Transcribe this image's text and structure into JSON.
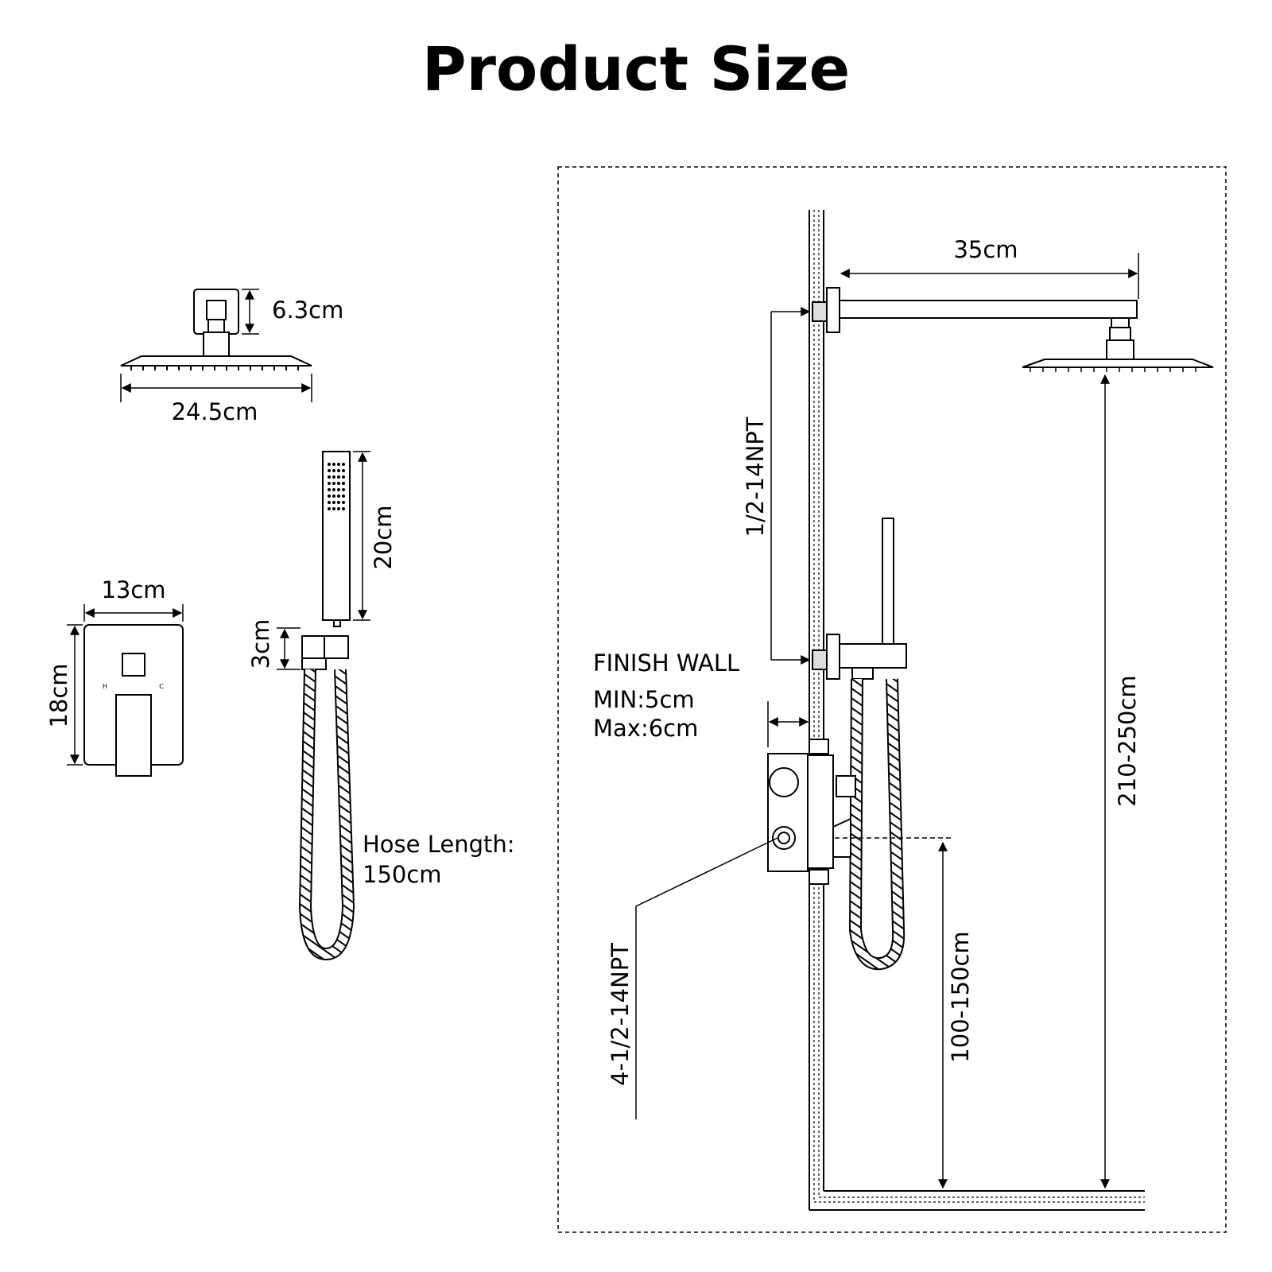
{
  "title": "Product Size",
  "labels": {
    "top_mount_height": "6.3cm",
    "shower_head_width": "24.5cm",
    "valve_plate_width": "13cm",
    "valve_plate_height": "18cm",
    "valve_hot": "H",
    "valve_cold": "C",
    "handheld_length": "20cm",
    "handheld_holder": "3cm",
    "hose_length_line1": "Hose Length:",
    "hose_length_line2": "150cm",
    "arm_length": "35cm",
    "arm_thread": "1/2-14NPT",
    "finish_wall": "FINISH WALL",
    "wall_min": "MIN:5cm",
    "wall_max": "Max:6cm",
    "valve_thread": "4-1/2-14NPT",
    "valve_height": "100-150cm",
    "head_height": "210-250cm"
  }
}
